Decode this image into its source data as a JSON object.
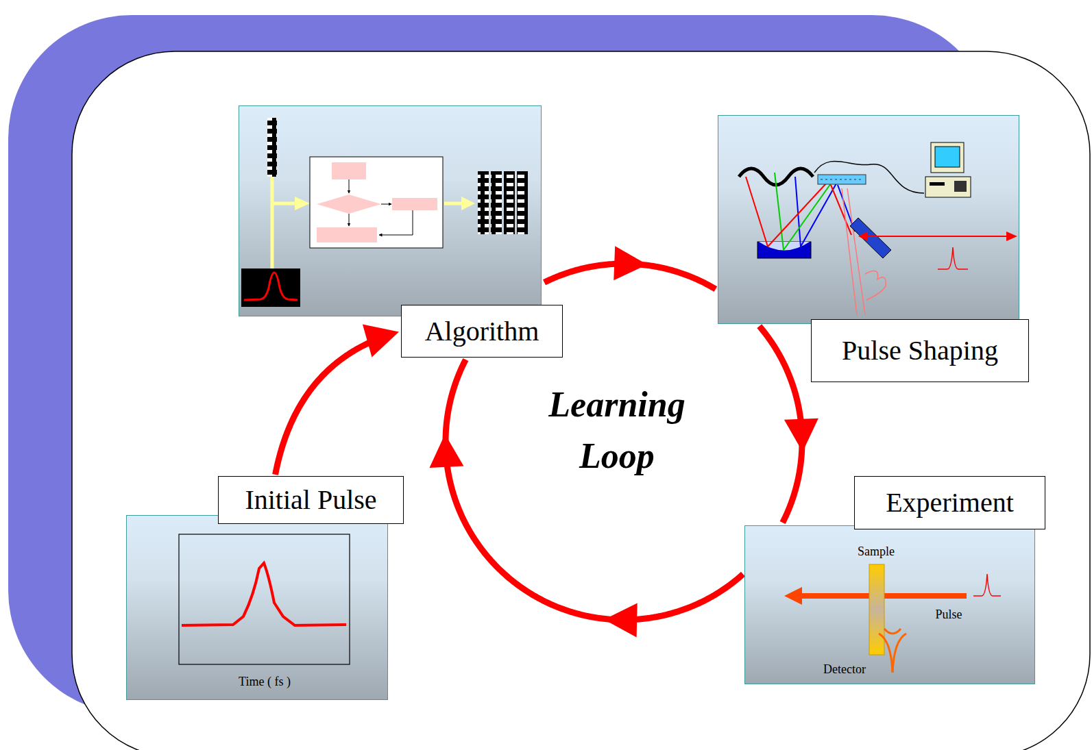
{
  "diagram": {
    "nodes": [
      {
        "text": [
          "Algorithm"
        ]
      },
      {
        "text": [
          "Pulse Shaping"
        ]
      },
      {
        "text": [
          "Experiment"
        ]
      },
      {
        "text": [
          "Initial Pulse"
        ]
      }
    ],
    "edges": [
      {
        "from": 0,
        "to": 1,
        "arrow": "to"
      },
      {
        "from": 1,
        "to": 2,
        "arrow": "to"
      },
      {
        "from": 2,
        "to": 0,
        "arrow": "to"
      },
      {
        "from": 3,
        "to": 0,
        "arrow": "to"
      }
    ],
    "labels": [
      "Learning Loop",
      "Time ( fs )",
      "Sample",
      "Pulse",
      "Detector"
    ]
  }
}
